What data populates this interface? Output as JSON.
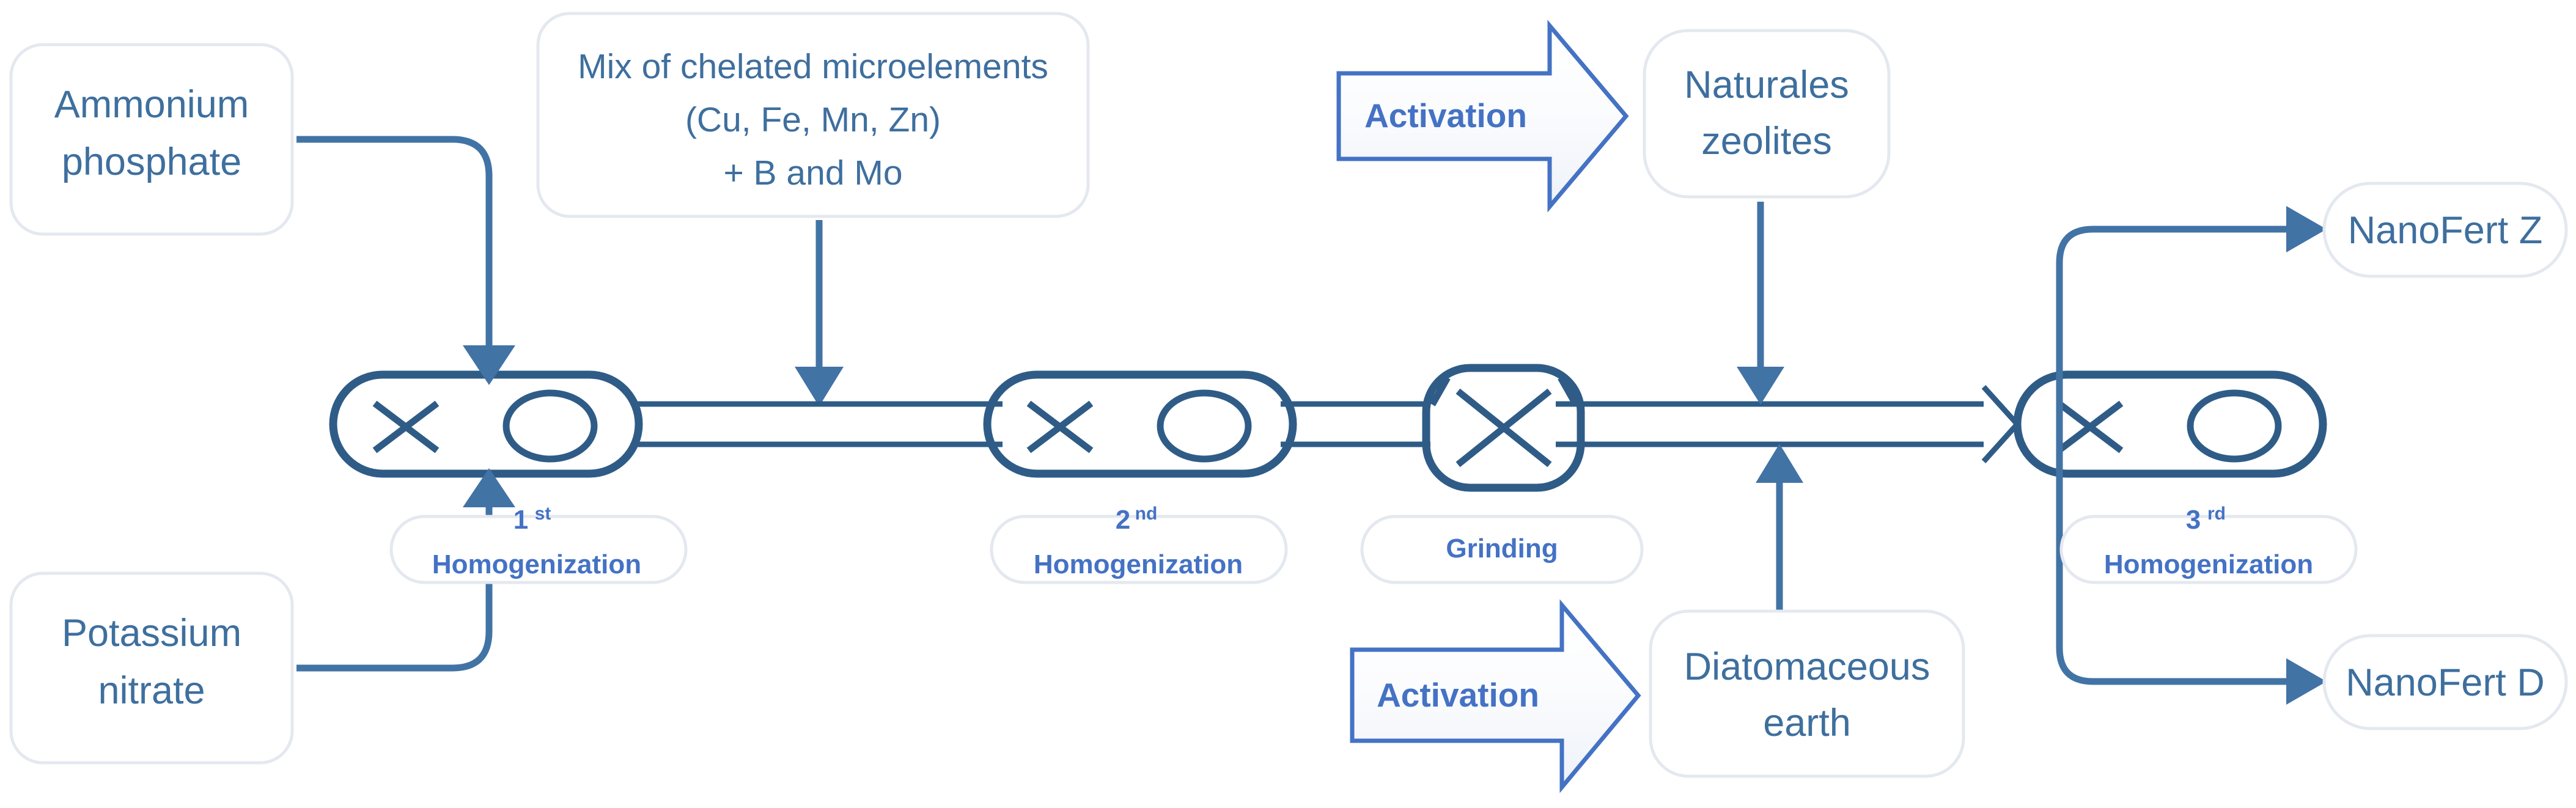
{
  "diagram": {
    "title": "NanoFert production process flow",
    "colors": {
      "equipment_stroke": "#2F5C87",
      "label_text": "#3E6F9E",
      "process_text": "#4472C4",
      "soft_box_border": "#E4E8EF",
      "background": "#FFFFFF"
    }
  },
  "inputs": {
    "ammonium_phosphate": {
      "line1": "Ammonium",
      "line2": "phosphate"
    },
    "potassium_nitrate": {
      "line1": "Potassium",
      "line2": "nitrate"
    },
    "microelements": {
      "line1": "Mix of chelated microelements",
      "line2": "(Cu, Fe, Mn, Zn)",
      "line3": "+ B and Mo"
    },
    "zeolites": {
      "line1": "Naturales",
      "line2": "zeolites"
    },
    "diatomaceous": {
      "line1": "Diatomaceous",
      "line2": "earth"
    }
  },
  "activation": {
    "top_label": "Activation",
    "bottom_label": "Activation"
  },
  "process_steps": [
    {
      "ordinal": "1",
      "suffix": "st",
      "name": "Homogenization"
    },
    {
      "ordinal": "2",
      "suffix": "nd",
      "name": "Homogenization"
    },
    {
      "grinding": "Grinding"
    },
    {
      "ordinal": "3",
      "suffix": "rd",
      "name": "Homogenization"
    }
  ],
  "steps": {
    "first": {
      "ordinal": "1",
      "suffix": "st",
      "name": "Homogenization"
    },
    "second": {
      "ordinal": "2",
      "suffix": "nd",
      "name": "Homogenization"
    },
    "grinding": {
      "name": "Grinding"
    },
    "third": {
      "ordinal": "3",
      "suffix": "rd",
      "name": "Homogenization"
    }
  },
  "outputs": {
    "nanofert_z": "NanoFert Z",
    "nanofert_d": "NanoFert D"
  }
}
